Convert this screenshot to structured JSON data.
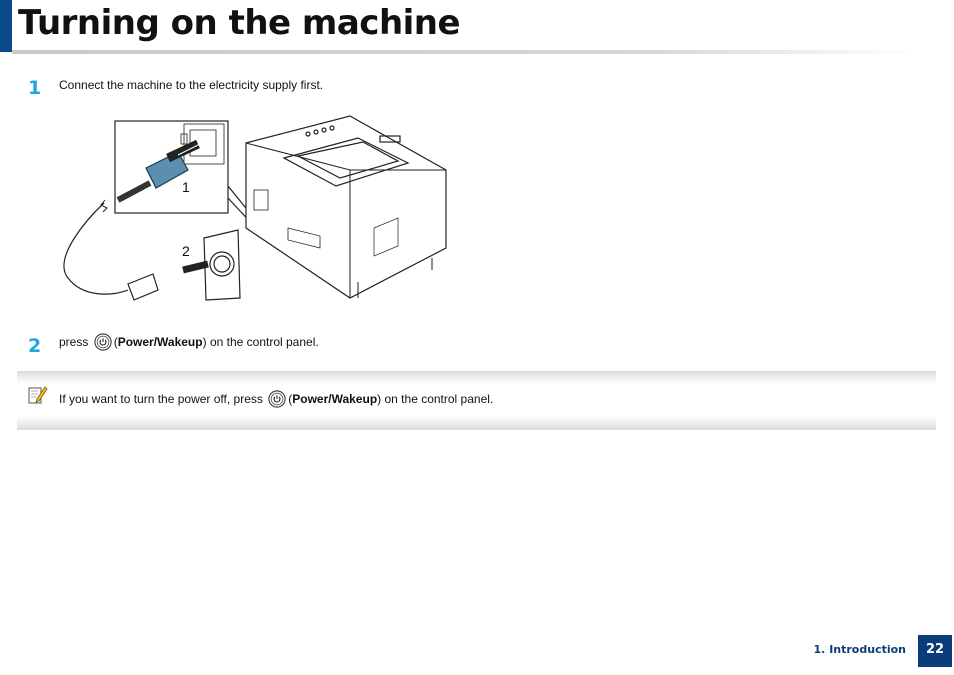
{
  "page": {
    "title": "Turning on the machine",
    "accent_color": "#0a4a8c",
    "step_color": "#1ea6e0"
  },
  "steps": [
    {
      "number": "1",
      "text": "Connect the machine to the electricity supply first."
    },
    {
      "number": "2",
      "prefix": "press",
      "button_name": "Power/Wakeup",
      "suffix": "on the control panel."
    }
  ],
  "figure": {
    "callouts": [
      "1",
      "2"
    ]
  },
  "note": {
    "icon": "note-pencil-icon",
    "prefix": "If you want to turn the power off, press",
    "button_name": "Power/Wakeup",
    "suffix": "on the control panel."
  },
  "footer": {
    "section": "1. Introduction",
    "page_number": "22"
  }
}
